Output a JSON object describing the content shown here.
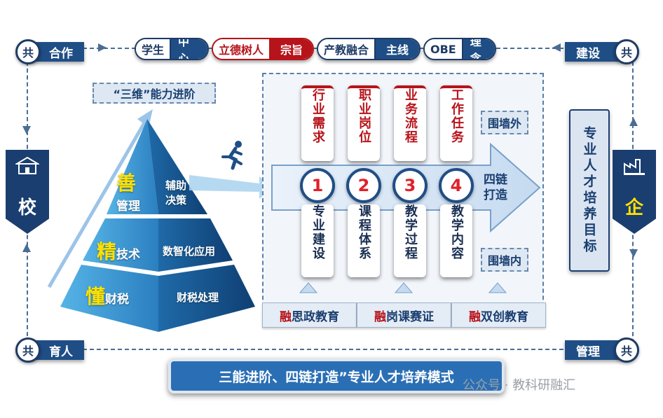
{
  "principles": [
    {
      "key": "学生",
      "value": "中心",
      "accent": "#1e3b66"
    },
    {
      "key": "立德树人",
      "value": "宗旨",
      "accent": "#b7131a"
    },
    {
      "key": "产教融合",
      "value": "主线",
      "accent": "#1e3b66"
    },
    {
      "key": "OBE",
      "value": "理念",
      "accent": "#1e3b66"
    }
  ],
  "corners": {
    "gong": "共",
    "top_left": "合作",
    "top_right": "建设",
    "bottom_left": "育人",
    "bottom_right": "管理"
  },
  "school": "校",
  "enterprise": "企",
  "pyramid": {
    "caption": "“三维”能力进阶",
    "levels": [
      {
        "big": "善",
        "rest": "管理",
        "side": "辅助\n决策"
      },
      {
        "big": "精",
        "rest": "技术",
        "side": "数智化应用"
      },
      {
        "big": "懂",
        "rest": "财税",
        "side": "财税处理"
      }
    ]
  },
  "chain": {
    "top_cards": [
      "行业需求",
      "职业岗位",
      "业务流程",
      "工作任务"
    ],
    "numbers": [
      "1",
      "2",
      "3",
      "4"
    ],
    "bottom_cards": [
      "专业建设",
      "课程体系",
      "教学过程",
      "教学内容"
    ],
    "arrow_label": "四链\n打造",
    "outside": "围墙外",
    "inside": "围墙内"
  },
  "rong": [
    {
      "r": "融",
      "text": "思政教育"
    },
    {
      "r": "融",
      "text": "岗课赛证"
    },
    {
      "r": "融",
      "text": "双创教育"
    }
  ],
  "goal": "专业人才培养目标",
  "title": "三能进阶、四链打造”专业人才培养模式",
  "watermark": "公众号 · 教科研融汇",
  "colors": {
    "navy": "#1e3b66",
    "blue": "#1f4e86",
    "red": "#b7131a",
    "yellow": "#ffe100"
  }
}
